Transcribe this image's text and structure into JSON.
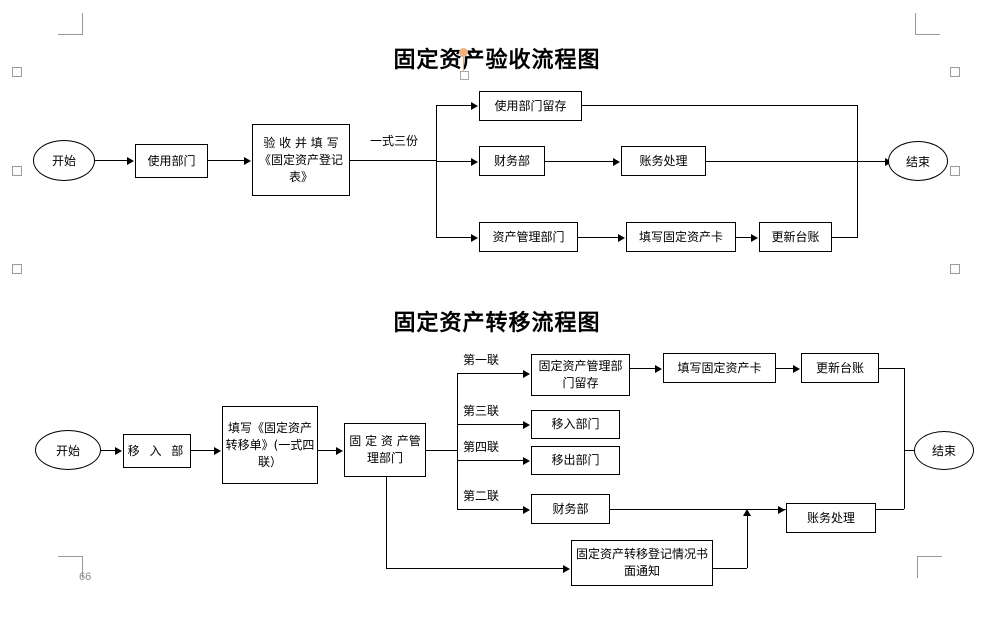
{
  "document": {
    "page_number": "66",
    "charts": [
      {
        "id": "acceptance",
        "title": "固定资产验收流程图",
        "nodes": {
          "start": "开始",
          "use_dept": "使用部门",
          "accept_fill": "验 收 并 填 写《固定资产登记表》",
          "use_dept_keep": "使用部门留存",
          "finance_dept": "财务部",
          "accounting": "账务处理",
          "asset_mgmt_dept": "资产管理部门",
          "fill_card": "填写固定资产卡",
          "update_ledger": "更新台账",
          "end": "结束"
        },
        "edge_labels": {
          "triplicate": "一式三份"
        }
      },
      {
        "id": "transfer",
        "title": "固定资产转移流程图",
        "nodes": {
          "start": "开始",
          "move_in_dept": "移 入 部",
          "fill_form": "填写《固定资产转移单》(一式四联）",
          "asset_mgmt_dept": "固 定 资 产管理部门",
          "mgmt_keep": "固定资产管理部门留存",
          "fill_card": "填写固定资产卡",
          "update_ledger": "更新台账",
          "move_in": "移入部门",
          "move_out": "移出部门",
          "finance_dept": "财务部",
          "written_notice": "固定资产转移登记情况书面通知",
          "accounting": "账务处理",
          "end": "结束"
        },
        "edge_labels": {
          "copy1": "第一联",
          "copy3": "第三联",
          "copy4": "第四联",
          "copy2": "第二联"
        }
      }
    ]
  }
}
